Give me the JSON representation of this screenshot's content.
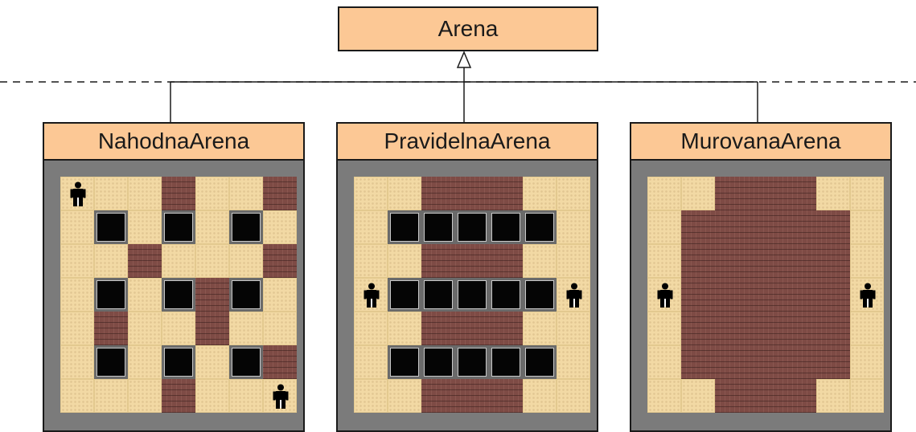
{
  "parent_class": {
    "name": "Arena"
  },
  "subclasses": [
    {
      "name": "NahodnaArena",
      "grid": [
        "P..B..B",
        ".X.X.X.",
        "..B...B",
        ".X.XBX.",
        ".B..B..",
        ".X.X.XB",
        "...B..P"
      ]
    },
    {
      "name": "PravidelnaArena",
      "grid": [
        "..BBB..",
        ".XXXXX.",
        "..BBB..",
        "PXXXXXP",
        "..BBB..",
        ".XXXXX.",
        "..BBB.."
      ]
    },
    {
      "name": "MurovanaArena",
      "grid": [
        "..BBB..",
        ".BBBBB.",
        ".BBBBB.",
        "PBBBBBP",
        ".BBBBB.",
        ".BBBBB.",
        "..BBB.."
      ]
    }
  ],
  "tile_legend": {
    ".": "floor",
    "B": "brick-wall",
    "X": "solid-block",
    "P": "player"
  },
  "colors": {
    "class_fill": "#fcc895",
    "frame": "#7b7b7b",
    "floor": "#f2d9a4",
    "brick": "#7e4b45",
    "block": "#050505"
  }
}
